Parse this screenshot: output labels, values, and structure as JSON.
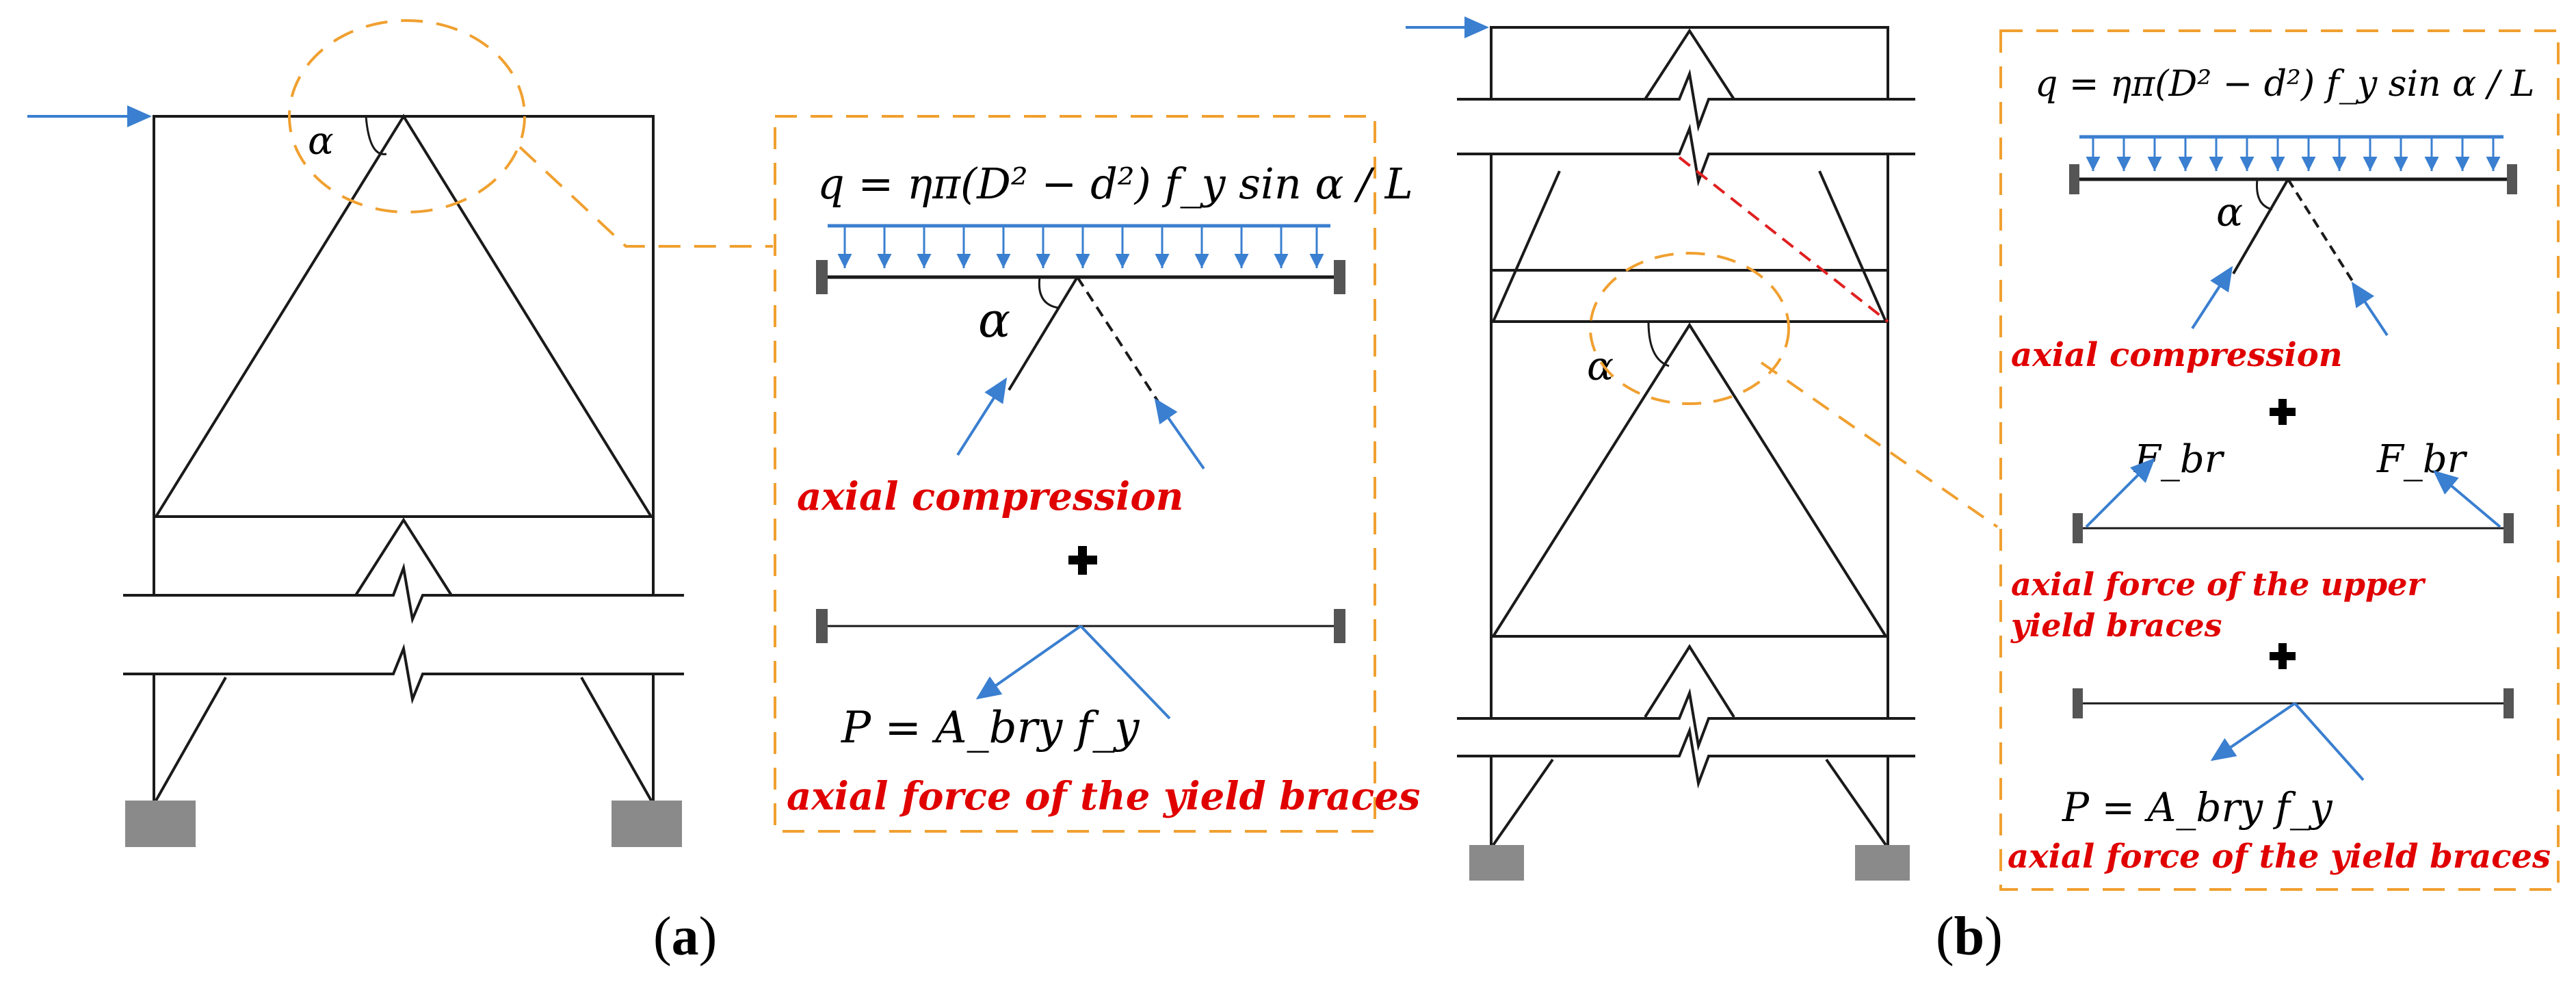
{
  "colors": {
    "frame": "#1a1a1a",
    "callout_border": "#f0a030",
    "load_arrow": "#3a7fd0",
    "label_red": "#e00000",
    "support": "#8a8a8a",
    "dashed_brace": "#e02020"
  },
  "icons": [
    "plus-icon"
  ],
  "panel_a": {
    "angle_symbol": "α",
    "callout": {
      "equation": "q = ηπ(D² − d²) f_y sin α / L",
      "angle_symbol": "α",
      "compression_label": "axial compression",
      "force_equation": "P = A_bry f_y",
      "yield_label": "axial force of the yield braces"
    },
    "caption": {
      "open": "(",
      "letter": "a",
      "close": ")"
    }
  },
  "panel_b": {
    "angle_symbol": "α",
    "callout": {
      "equation": "q = ηπ(D² − d²) f_y sin α / L",
      "angle_symbol": "α",
      "compression_label": "axial compression",
      "fbr_left": "F_br",
      "fbr_right": "F_br",
      "upper_label_line1": "axial force of the upper",
      "upper_label_line2": "yield braces",
      "force_equation": "P = A_bry f_y",
      "yield_label": "axial force of the yield braces"
    },
    "caption": {
      "open": "(",
      "letter": "b",
      "close": ")"
    }
  }
}
